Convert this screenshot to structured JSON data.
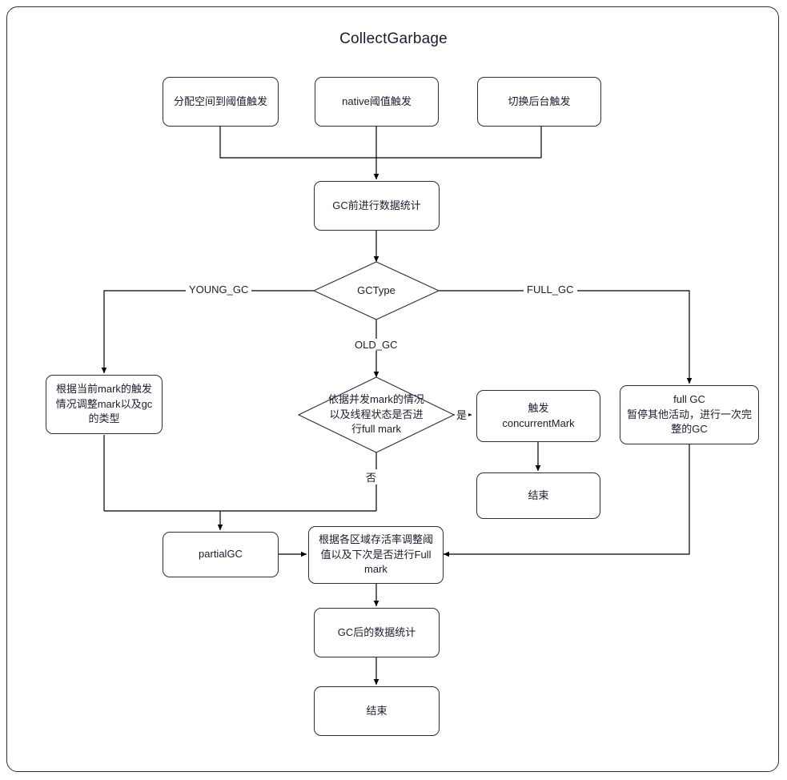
{
  "diagram": {
    "title": "CollectGarbage",
    "stroke_color": "#2b2b45",
    "line_color": "#000000",
    "background": "#ffffff",
    "type": "flowchart"
  },
  "nodes": {
    "trigger_alloc": "分配空间到阈值触发",
    "trigger_native": "native阈值触发",
    "trigger_background": "切换后台触发",
    "pre_gc_stats": "GC前进行数据统计",
    "gc_type_decision": "GCType",
    "adjust_mark_type": "根据当前mark的触发情况调整mark以及gc的类型",
    "full_mark_decision": "依据并发mark的情况以及线程状态是否进行full mark",
    "trigger_concurrent_mark_line1": "触发",
    "trigger_concurrent_mark_line2": "concurrentMark",
    "end_concurrent": "结束",
    "full_gc_line1": "full GC",
    "full_gc_line2": "暂停其他活动，进行一次完整的GC",
    "partial_gc": "partialGC",
    "adjust_threshold": "根据各区域存活率调整阈值以及下次是否进行Full mark",
    "post_gc_stats": "GC后的数据统计",
    "end_main": "结束"
  },
  "edge_labels": {
    "young_gc": "YOUNG_GC",
    "full_gc": "FULL_GC",
    "old_gc": "OLD_GC",
    "yes": "是",
    "no": "否"
  }
}
